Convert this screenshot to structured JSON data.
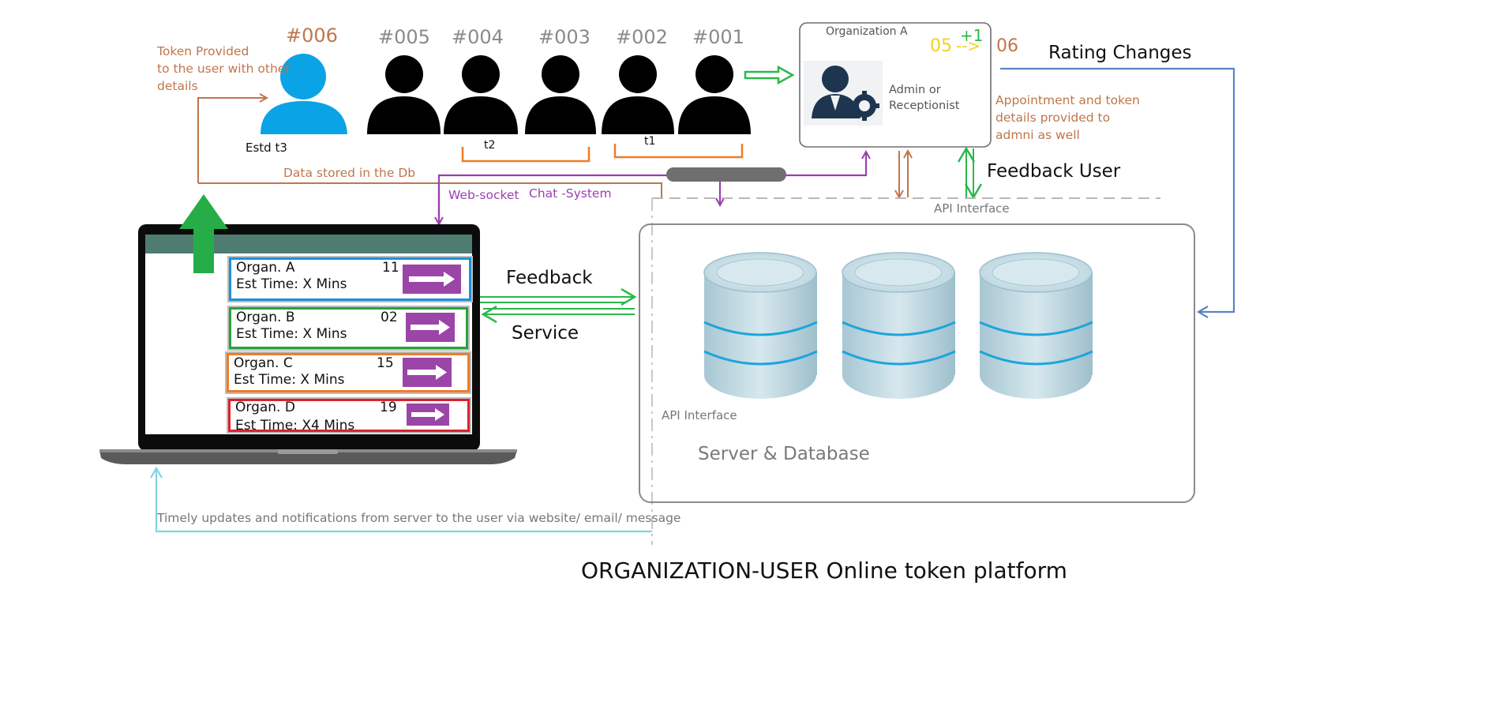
{
  "diagram": {
    "title": "ORGANIZATION-USER Online token platform",
    "queue": {
      "tokens": [
        "#006",
        "#005",
        "#004",
        "#003",
        "#002",
        "#001"
      ],
      "new_user_label": "Estd t3",
      "group_labels": [
        "t2",
        "t1"
      ],
      "token_note": "Token Provided to the user with other details",
      "token_note_lines": [
        "Token Provided",
        "to the user with other",
        "details"
      ]
    },
    "organization": {
      "title": "Organization A",
      "role_lines": [
        "Admin or",
        "Receptionist"
      ],
      "rating_from": "05",
      "rating_arrow": "-->",
      "rating_to": "06",
      "rating_delta": "+1",
      "note": "Appointment and token details provided to admni as well",
      "note_lines": [
        "Appointment and token",
        "details provided to",
        "admni as well"
      ]
    },
    "labels": {
      "rating_changes": "Rating Changes",
      "feedback_user": "Feedback  User",
      "data_stored": "Data stored in the Db",
      "web_socket": "Web-socket",
      "chat_system": "Chat -System",
      "api_interface_top": "API Interface",
      "api_interface_left": "API Interface",
      "feedback": "Feedback",
      "service": "Service",
      "server_db": "Server & Database",
      "updates": "Timely updates and notifications from server to the user via website/ email/ message"
    },
    "laptop": {
      "cards": [
        {
          "org": "Organ. A",
          "count": "11",
          "est": "Est Time: X Mins",
          "color": "#1e90d6"
        },
        {
          "org": "Organ.  B",
          "count": "02",
          "est": "Est Time: X Mins",
          "color": "#29a23a"
        },
        {
          "org": "Organ. C",
          "count": "15",
          "est": "Est Time: X Mins",
          "color": "#f07c24"
        },
        {
          "org": "Organ. D",
          "count": "19",
          "est": "Est Time: X4 Mins",
          "color": "#d92230"
        }
      ]
    },
    "colors": {
      "brown": "#c0764c",
      "purple": "#9b3fb0",
      "green": "#2db84a",
      "blue_user": "#0aa3e6",
      "steel_blue": "#5a84c4",
      "light_cyan": "#7fd3e6",
      "db_blue": "#1ea4dc",
      "rating_yellow": "#f2d11a"
    }
  }
}
